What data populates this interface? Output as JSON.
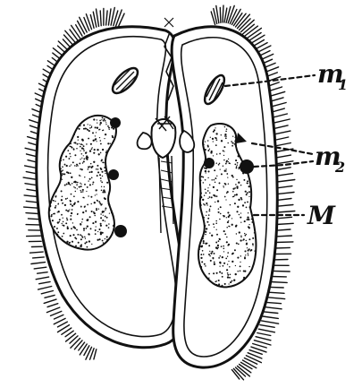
{
  "figure": {
    "labels": [
      {
        "id": "m1",
        "main": "m",
        "sub": "1"
      },
      {
        "id": "m2",
        "main": "m",
        "sub": "2"
      },
      {
        "id": "M",
        "main": "M",
        "sub": ""
      }
    ]
  },
  "colors": {
    "ink": "#111111",
    "paper": "#ffffff"
  }
}
